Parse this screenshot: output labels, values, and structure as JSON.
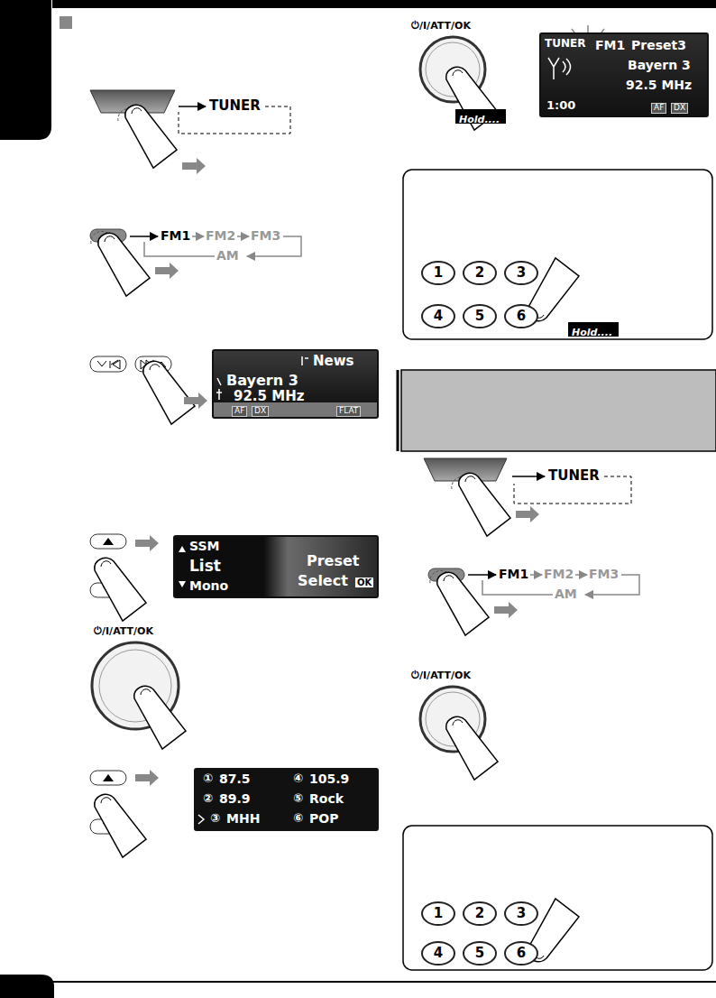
{
  "diagram": {
    "nodes": [
      {
        "text": [
          "News",
          "Bayern 3",
          "92.5 MHz",
          "AF",
          "DX",
          "FLAT"
        ]
      },
      {
        "text": [
          "SSM",
          "List",
          "Mono",
          "Preset",
          "Select",
          "OK"
        ]
      },
      {
        "text": [
          "①",
          "87.5",
          "④",
          "105.9",
          "②",
          "89.9",
          "⑤",
          "Rock",
          "③",
          "MHH",
          "⑥",
          "POP"
        ]
      },
      {
        "text": [
          "TUNER",
          "FM1",
          "Preset3",
          "Bayern 3",
          "92.5 MHz",
          "1:00",
          "AF",
          "DX"
        ]
      },
      {
        "text": [
          "Hold...."
        ]
      },
      {
        "text": [
          "1"
        ]
      },
      {
        "text": [
          "2"
        ]
      },
      {
        "text": [
          "3"
        ]
      },
      {
        "text": [
          "4"
        ]
      },
      {
        "text": [
          "5"
        ]
      },
      {
        "text": [
          "6"
        ]
      },
      {
        "text": [
          "Hold...."
        ]
      },
      {
        "text": [
          "1"
        ]
      },
      {
        "text": [
          "2"
        ]
      },
      {
        "text": [
          "3"
        ]
      },
      {
        "text": [
          "4"
        ]
      },
      {
        "text": [
          "5"
        ]
      },
      {
        "text": [
          "6"
        ]
      }
    ],
    "labels": [
      "TUNER",
      "FM1",
      "FM2",
      "FM3",
      "AM",
      "⏻/I/ATT/OK",
      "⏻/I/ATT/OK",
      "TUNER",
      "FM1",
      "FM2",
      "FM3",
      "AM",
      "⏻/I/ATT/OK"
    ]
  }
}
